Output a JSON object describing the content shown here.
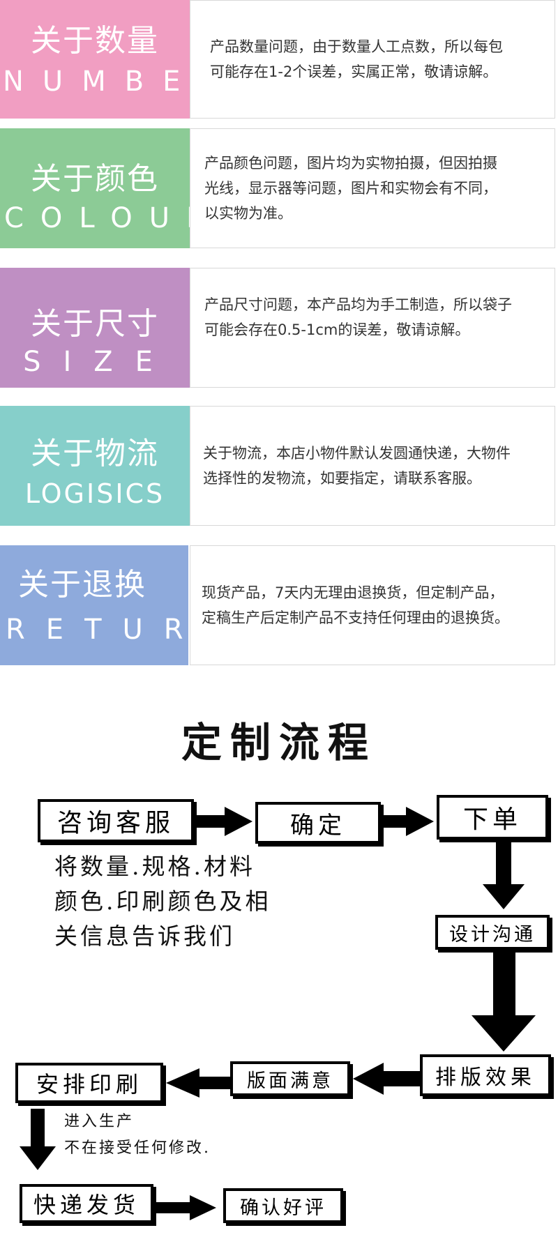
{
  "sections": [
    {
      "zh": "关于数量",
      "en": "NUMBER",
      "color": "#f19ec2",
      "text": "产品数量问题，由于数量人工点数，所以每包\n可能存在1-2个误差，实属正常，敬请谅解。"
    },
    {
      "zh": "关于颜色",
      "en": "COLOUR",
      "color": "#8ccb96",
      "text": "产品颜色问题，图片均为实物拍摄，但因拍摄\n光线，显示器等问题，图片和实物会有不同，\n以实物为准。"
    },
    {
      "zh": "关于尺寸",
      "en": "SIZE",
      "color": "#bf8fc3",
      "text": "产品尺寸问题，本产品均为手工制造，所以袋子\n可能会存在0.5-1cm的误差，敬请谅解。"
    },
    {
      "zh": "关于物流",
      "en": "LOGISICS",
      "color": "#86cfca",
      "text": "关于物流，本店小物件默认发圆通快递，大物件\n选择性的发物流，如要指定，请联系客服。"
    },
    {
      "zh": "关于退换",
      "en": "RETURN",
      "color": "#8eaadc",
      "text": "现货产品，7天内无理由退换货，但定制产品，\n定稿生产后定制产品不支持任何理由的退换货。"
    }
  ],
  "flow": {
    "title": "定制流程",
    "steps": {
      "consult": "咨询客服",
      "confirm": "确定",
      "order": "下单",
      "design": "设计沟通",
      "layout": "排版效果",
      "satisfied": "版面满意",
      "print": "安排印刷",
      "ship": "快递发货",
      "review": "确认好评"
    },
    "note_info": "将数量.规格.材料\n颜色.印刷颜色及相\n关信息告诉我们",
    "note_production": "进入生产\n不在接受任何修改."
  }
}
